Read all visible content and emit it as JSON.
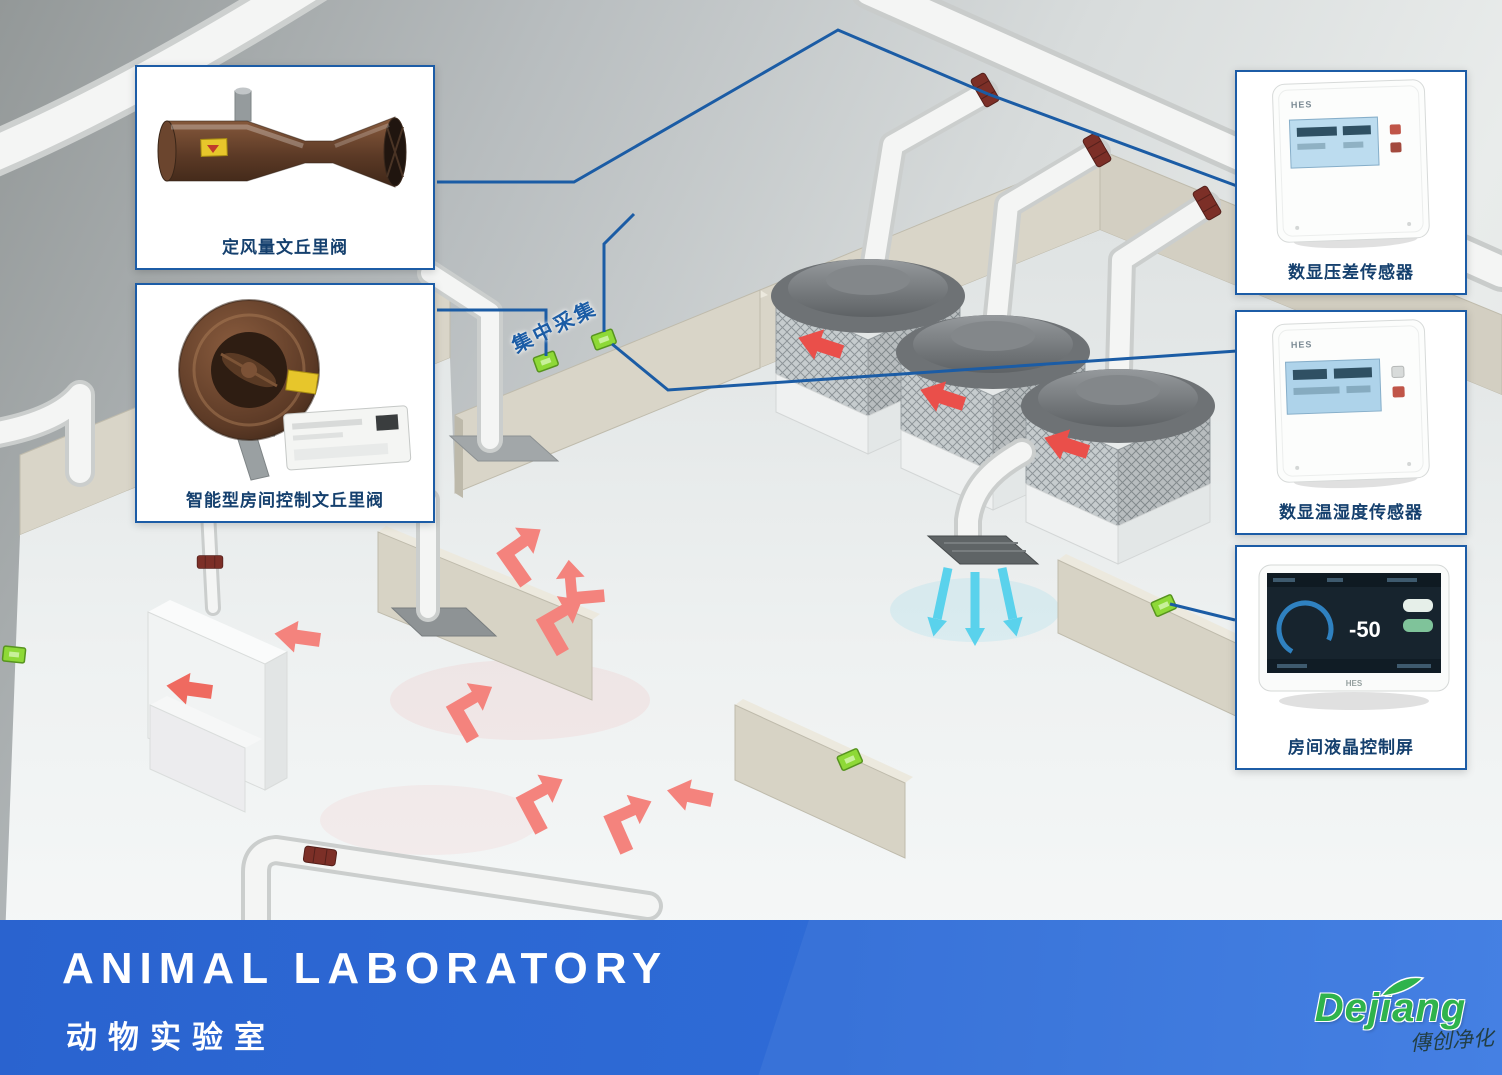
{
  "banner": {
    "title": "ANIMAL LABORATORY",
    "subtitle": "动物实验室"
  },
  "scene": {
    "center_label": "集中采集"
  },
  "callouts": {
    "cav_valve": {
      "label": "定风量文丘里阀"
    },
    "smart_valve": {
      "label": "智能型房间控制文丘里阀"
    },
    "pressure_sensor": {
      "label": "数显压差传感器",
      "brand": "HES"
    },
    "temp_humidity_sensor": {
      "label": "数显温湿度传感器",
      "brand": "HES"
    },
    "lcd_panel": {
      "label": "房间液晶控制屏",
      "brand": "HES",
      "reading": "-50"
    }
  },
  "logo": {
    "name": "Dejiang",
    "watermark": "傳创净化"
  },
  "colors": {
    "accent_blue": "#1b5ca5",
    "banner_blue": "#2e6bd6",
    "arrow_red": "#ea4f4a",
    "arrow_salmon": "#f4837d",
    "arrow_cyan": "#5ad2ec",
    "sensor_green": "#8ed937",
    "pipe_white": "#f4f5f4",
    "wall_beige": "#d9d5c8",
    "logo_green": "#2fb34c"
  }
}
